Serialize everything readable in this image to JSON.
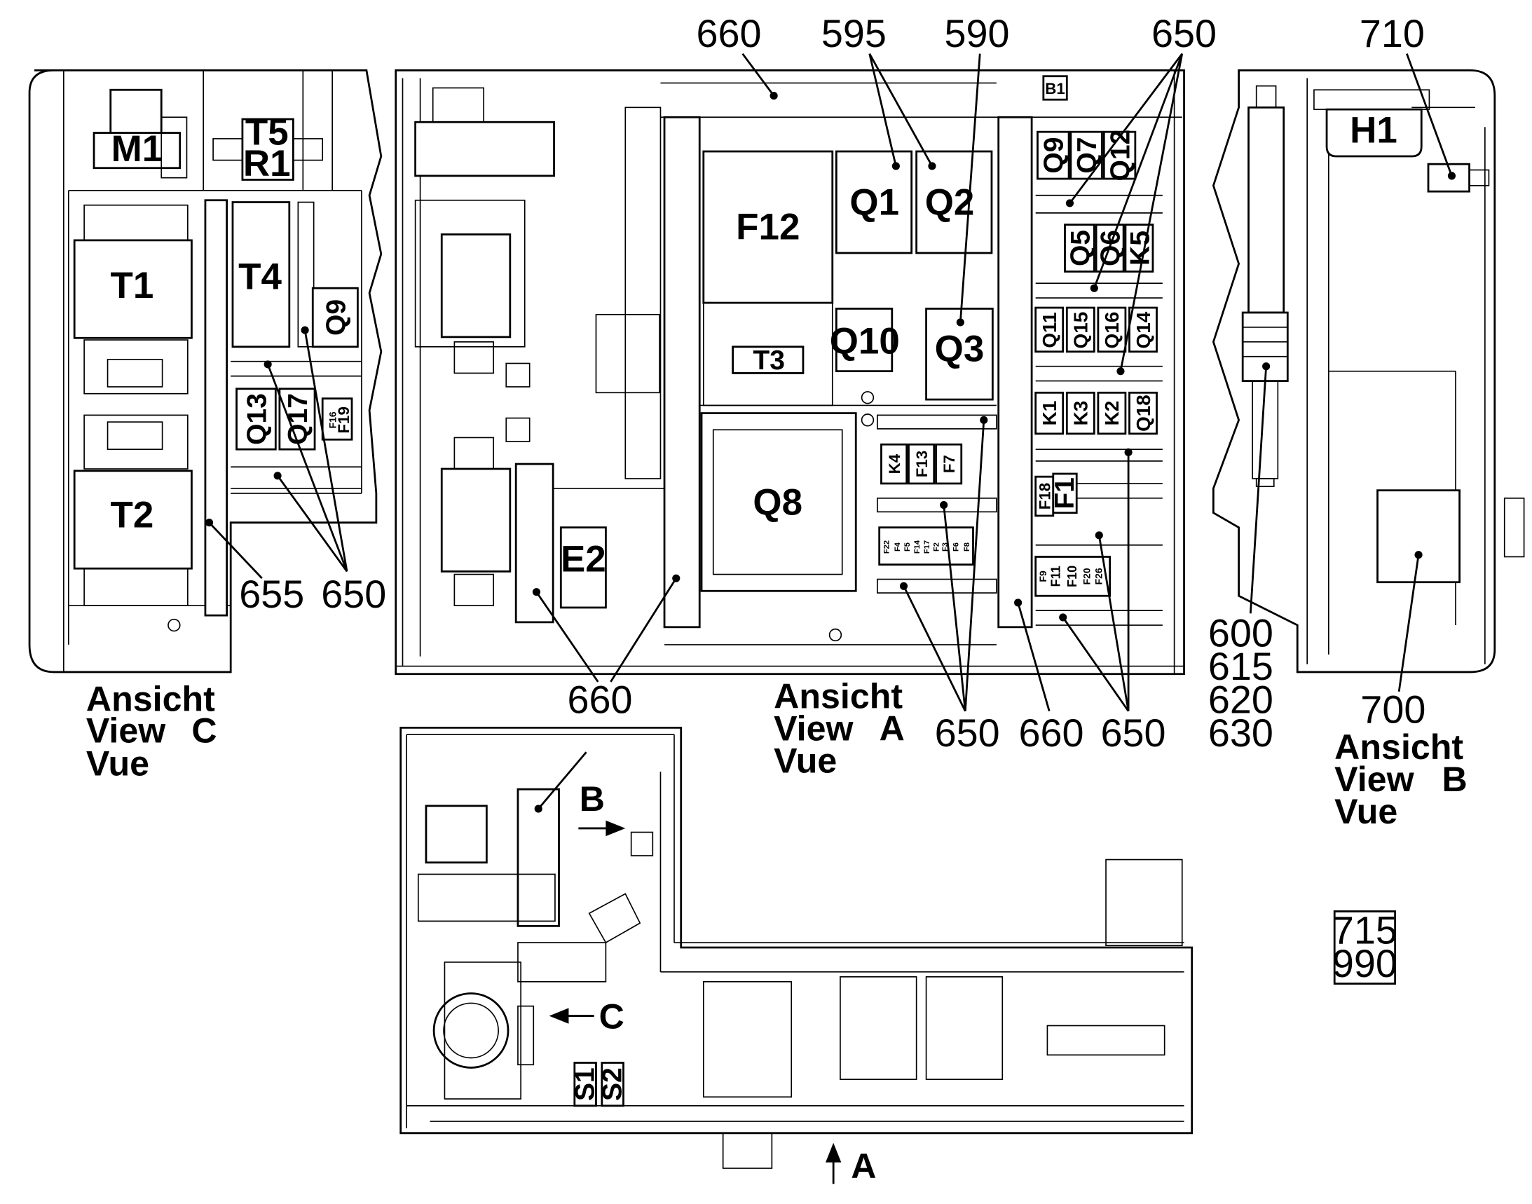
{
  "view_c": {
    "components": [
      "M1",
      "T5",
      "R1",
      "T1",
      "T4",
      "Q9",
      "Q13",
      "Q17",
      "F16",
      "F19",
      "T2"
    ],
    "callouts": [
      "655",
      "650"
    ],
    "view_label": [
      "Ansicht",
      "View",
      "C",
      "Vue"
    ]
  },
  "view_a": {
    "components": [
      "B1",
      "F12",
      "Q1",
      "Q2",
      "Q10",
      "Q3",
      "T3",
      "Q8",
      "E2",
      "K4",
      "F13",
      "F7",
      "F22",
      "F4",
      "F5",
      "F14",
      "F17",
      "F2",
      "F3",
      "F6",
      "F8",
      "Q9",
      "Q7",
      "Q12",
      "Q5",
      "Q6",
      "K5",
      "Q11",
      "Q15",
      "Q16",
      "Q14",
      "K1",
      "K3",
      "K2",
      "Q18",
      "F18",
      "F1",
      "F9",
      "F11",
      "F10",
      "F20",
      "F26"
    ],
    "callouts_top": [
      "660",
      "595",
      "590",
      "650"
    ],
    "callouts_bottom": [
      "660",
      "650",
      "660",
      "650"
    ],
    "view_label": [
      "Ansicht",
      "View",
      "A",
      "Vue"
    ]
  },
  "view_b": {
    "components": [
      "H1"
    ],
    "callouts": [
      "710",
      "600",
      "615",
      "620",
      "630",
      "700"
    ],
    "view_label": [
      "Ansicht",
      "View",
      "B",
      "Vue"
    ]
  },
  "plan_view": {
    "components": [
      "S1",
      "S2"
    ],
    "arrows": [
      "B",
      "C",
      "A"
    ]
  },
  "ref_box": [
    "715",
    "990"
  ]
}
